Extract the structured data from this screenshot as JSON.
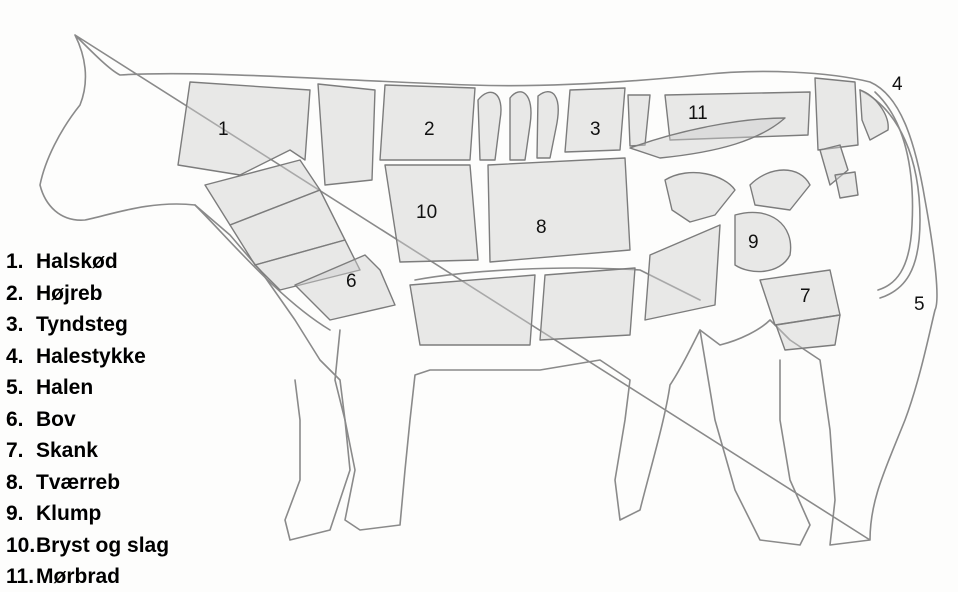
{
  "diagram": {
    "number_labels": {
      "n1": "1",
      "n2": "2",
      "n3": "3",
      "n4": "4",
      "n5": "5",
      "n6": "6",
      "n7": "7",
      "n8": "8",
      "n9": "9",
      "n10": "10",
      "n11": "11"
    },
    "legend": [
      {
        "num": "1.",
        "name": "Halskød"
      },
      {
        "num": "2.",
        "name": "Højreb"
      },
      {
        "num": "3.",
        "name": "Tyndsteg"
      },
      {
        "num": "4.",
        "name": "Halestykke"
      },
      {
        "num": "5.",
        "name": "Halen"
      },
      {
        "num": "6.",
        "name": "Bov"
      },
      {
        "num": "7.",
        "name": "Skank"
      },
      {
        "num": "8.",
        "name": "Tværreb"
      },
      {
        "num": "9.",
        "name": "Klump"
      },
      {
        "num": "10.",
        "name": "Bryst og slag"
      },
      {
        "num": "11.",
        "name": "Mørbrad"
      }
    ],
    "colors": {
      "pencil": "#8a8a8a",
      "shade": "#b9b9b9",
      "text": "#000000"
    }
  }
}
